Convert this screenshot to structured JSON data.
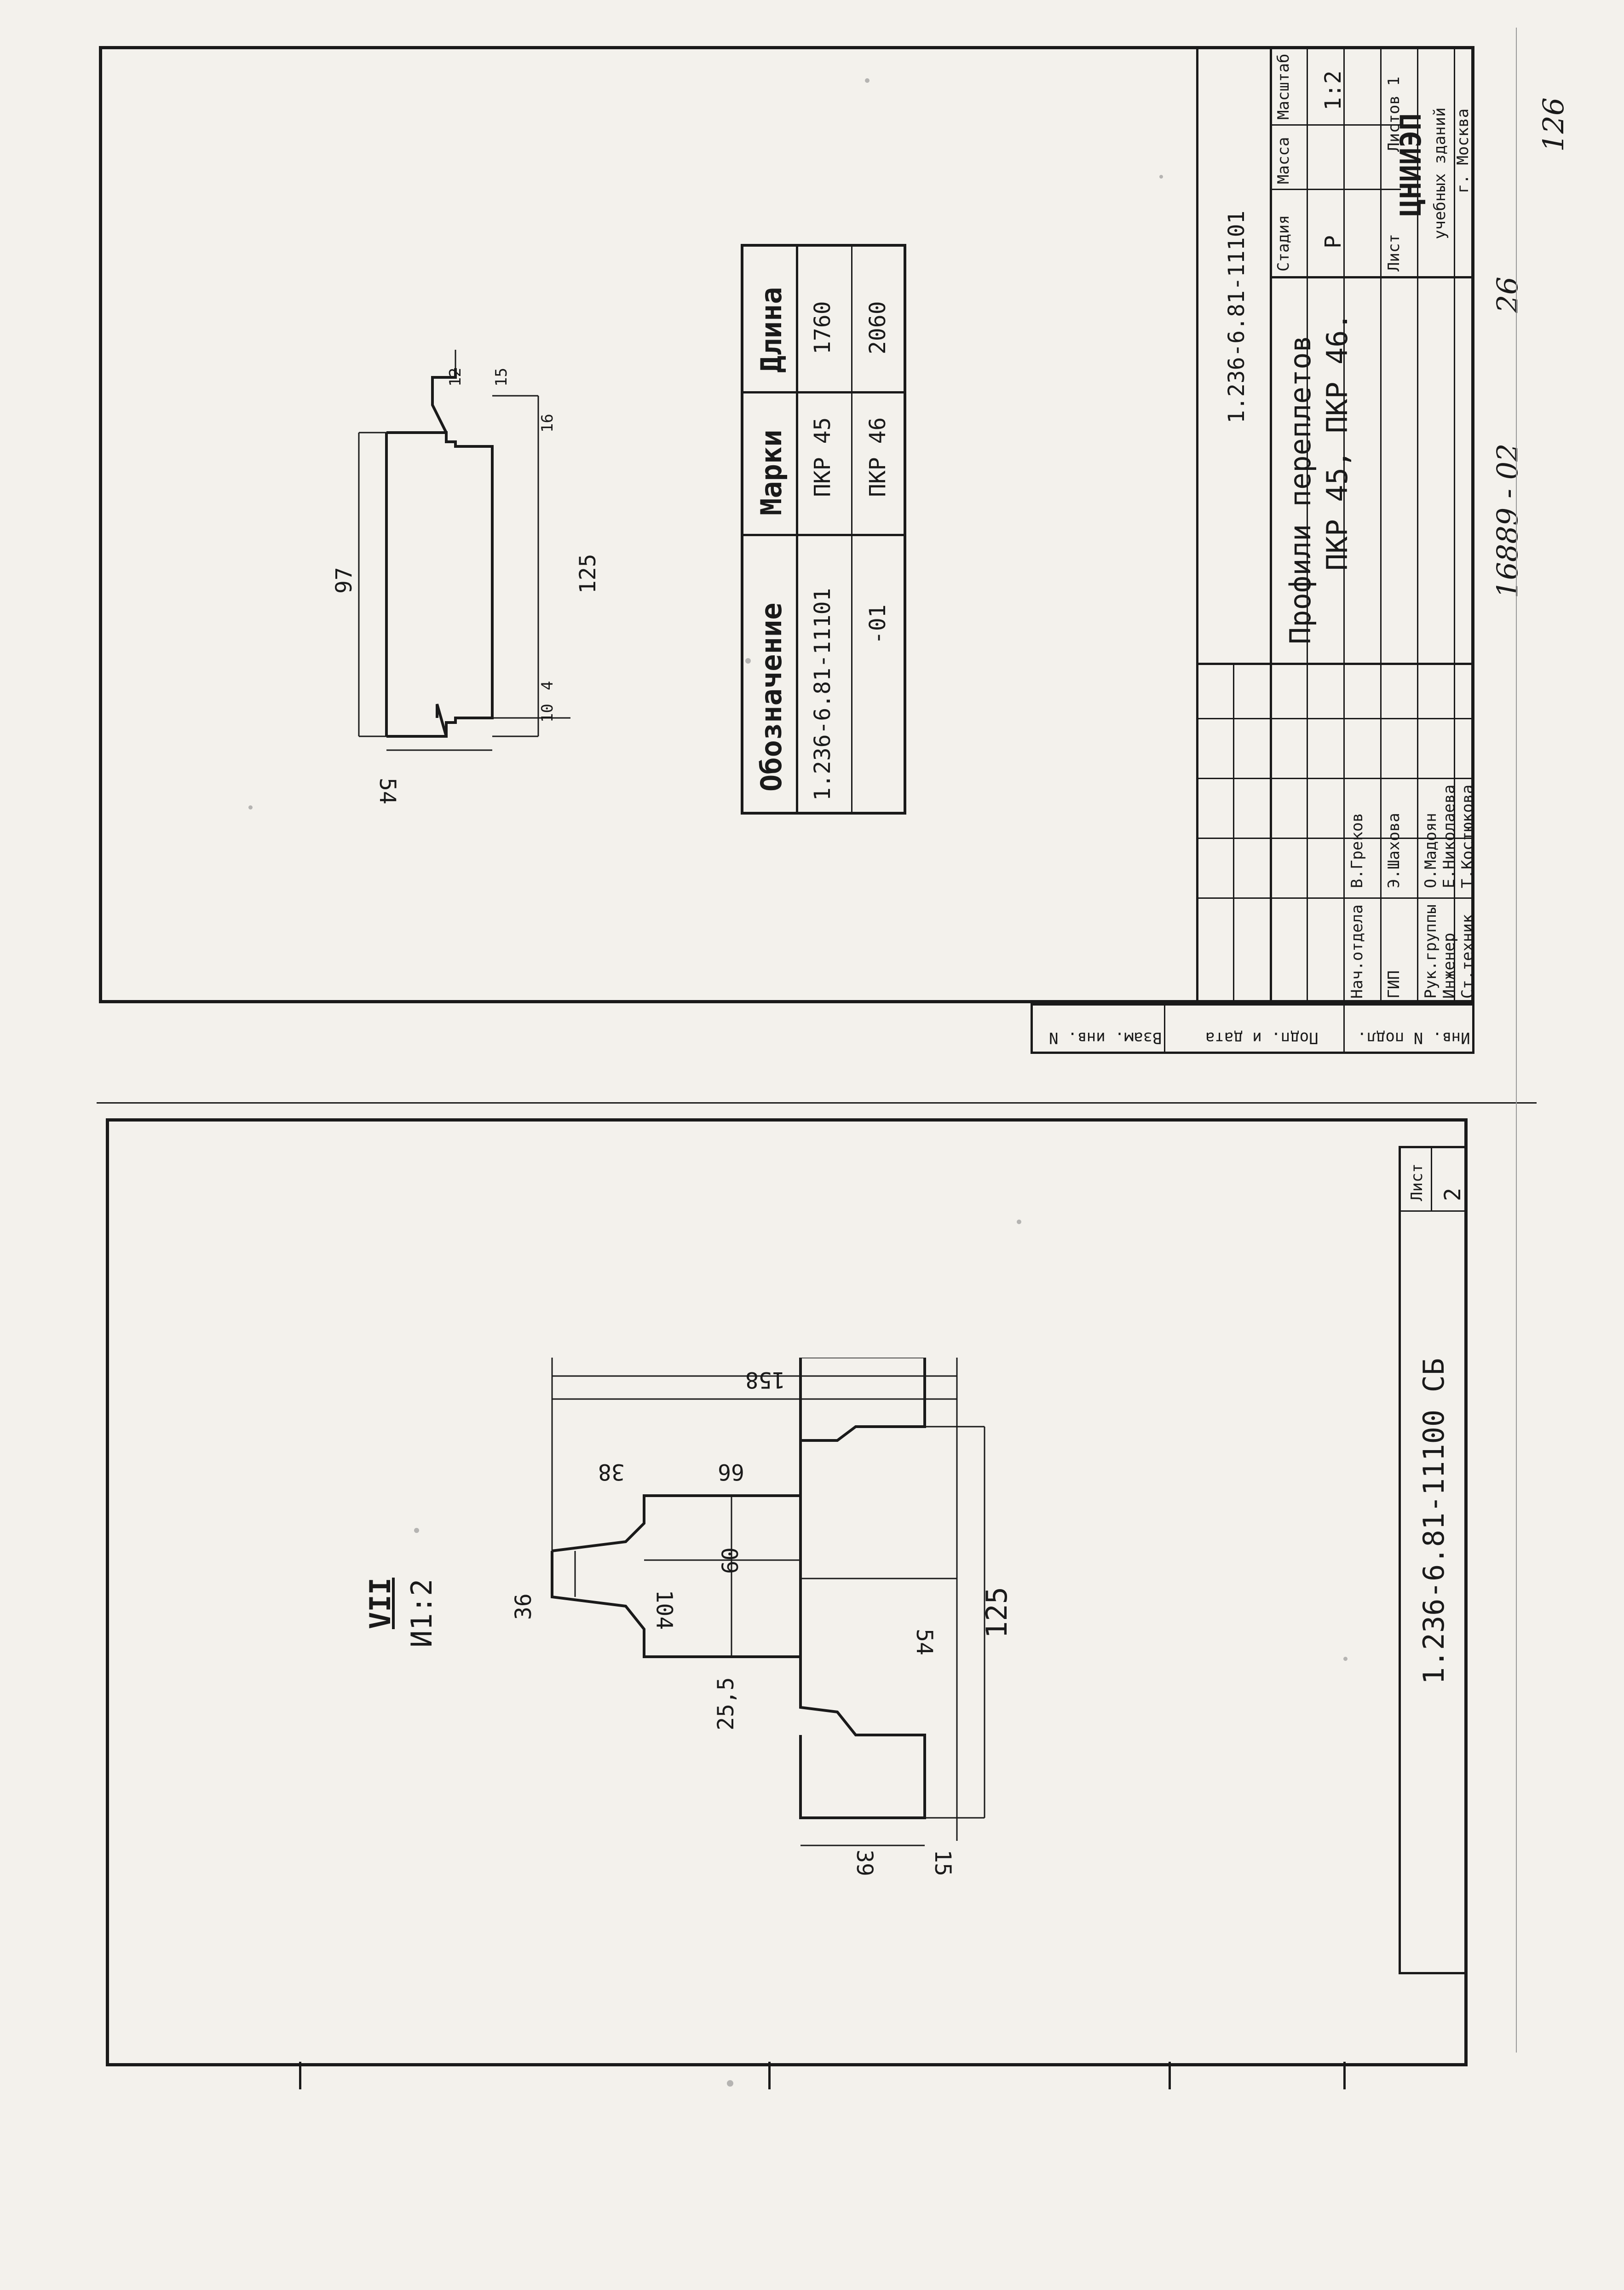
{
  "page_number_handwritten": "126",
  "archive_number_handwritten": "16889 - 02",
  "archive_page_handwritten": "26",
  "upper_sheet": {
    "doc_code": "1.236-6.81-11101",
    "sheet_title": "Профили переплетов",
    "sheet_subtitle": "ПКР 45, ПКР 46.",
    "stage_header": "Стадия",
    "mass_header": "Масса",
    "scale_header": "Масштаб",
    "stage_value": "Р",
    "scale_value": "1:2",
    "sheet_label": "Лист",
    "sheets_label": "Листов 1",
    "org_name": "ЦНИИЭП",
    "org_sub1": "учебных зданий",
    "org_sub2": "г. Москва",
    "profile_dims": {
      "d97": "97",
      "d125": "125",
      "d54": "54",
      "d15": "15",
      "d12": "12",
      "d16": "16",
      "d10": "10",
      "d4": "4"
    },
    "marks_table": {
      "headers": [
        "Обозначение",
        "Марки",
        "Длина"
      ],
      "rows": [
        [
          "1.236-6.81-11101",
          "ПКР 45",
          "1760"
        ],
        [
          "-01",
          "ПКР 46",
          "2060"
        ]
      ]
    },
    "signatures": [
      {
        "role": "Нач.отдела",
        "name": "В.Греков"
      },
      {
        "role": "ГИП",
        "name": "Э.Шахова"
      },
      {
        "role": "Рук.группы",
        "name": "О.Мадоян"
      },
      {
        "role": "Инженер",
        "name": "Е.Николаева"
      },
      {
        "role": "Ст.техник",
        "name": "Т.Костюкова"
      }
    ],
    "side_stamps": [
      "Взам. инв. N",
      "Подп. и дата",
      "Инв. N подл."
    ]
  },
  "lower_sheet": {
    "doc_code": "1.236-6.81-11100 СБ",
    "sheet_label": "Лист",
    "sheet_value": "2",
    "section_roman": "VII",
    "section_ref": "И1:2",
    "profile_dims": {
      "d158": "158",
      "d38": "38",
      "d66": "66",
      "d60": "60",
      "d36": "36",
      "d104": "104",
      "d54": "54",
      "d125": "125",
      "d25_5": "25,5",
      "d39": "39",
      "d15": "15"
    }
  }
}
